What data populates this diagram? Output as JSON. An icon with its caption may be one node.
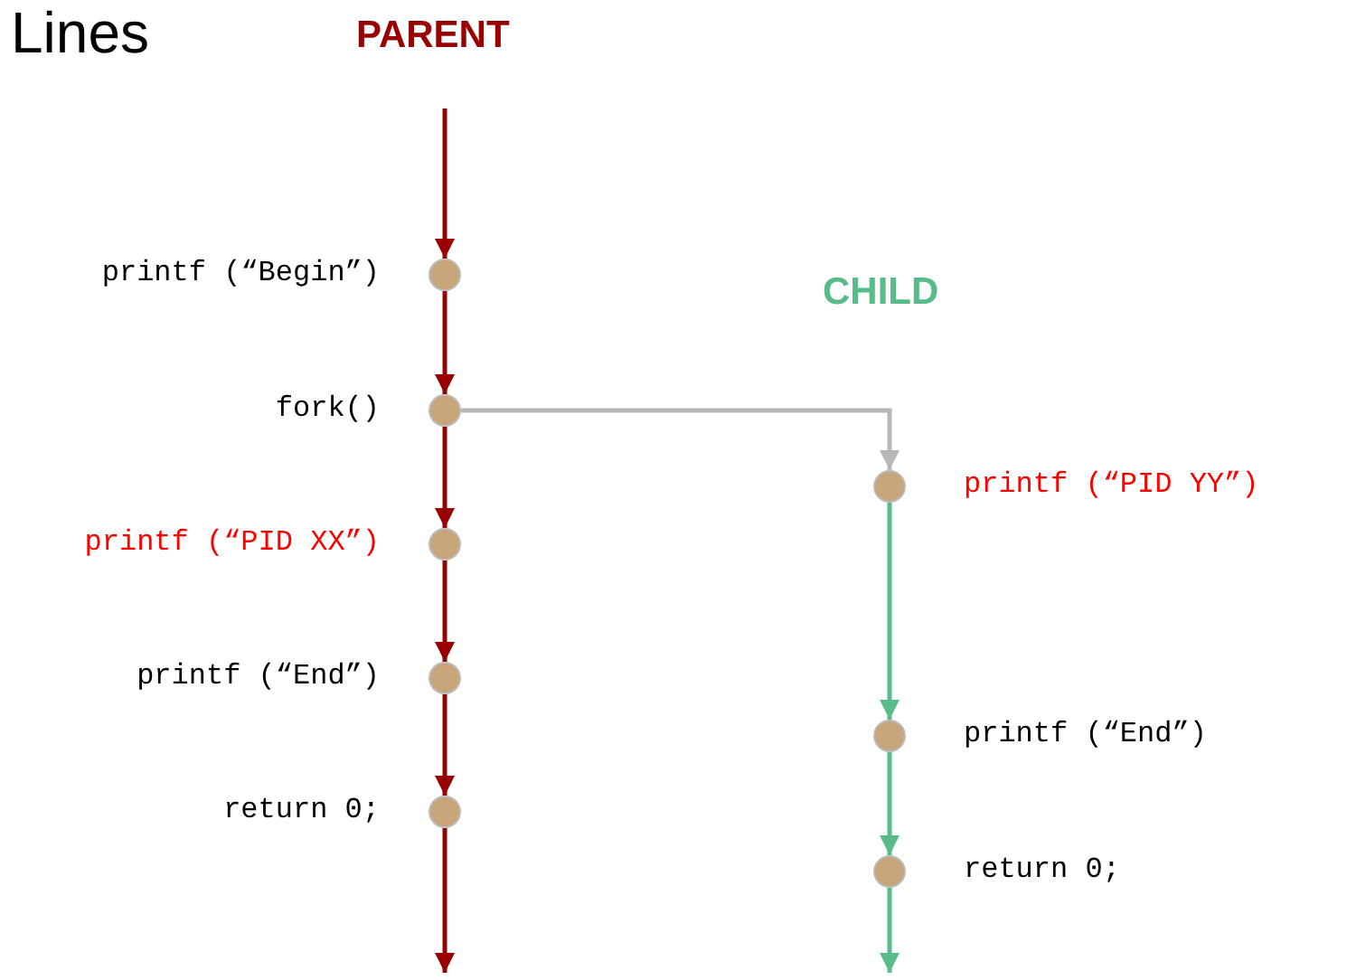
{
  "diagram": {
    "title": "Lines",
    "nodes": [
      {
        "text": [],
        "shape": "circle",
        "beside": [
          "printf (“Begin”)"
        ]
      },
      {
        "text": [],
        "shape": "circle",
        "beside": [
          "fork()"
        ]
      },
      {
        "text": [],
        "shape": "circle",
        "beside": [
          "printf (“PID XX”)"
        ]
      },
      {
        "text": [],
        "shape": "circle",
        "beside": [
          "printf (“End”)"
        ]
      },
      {
        "text": [],
        "shape": "circle",
        "beside": [
          "return 0;"
        ]
      },
      {
        "text": [],
        "shape": "circle",
        "beside": [
          "printf (“PID YY”)"
        ]
      },
      {
        "text": [],
        "shape": "circle",
        "beside": [
          "printf (“End”)"
        ]
      },
      {
        "text": [],
        "shape": "circle",
        "beside": [
          "return 0;"
        ]
      }
    ],
    "edges": [
      {
        "from": null,
        "to": 0,
        "arrow": "to"
      },
      {
        "from": 0,
        "to": 1,
        "arrow": "to"
      },
      {
        "from": 1,
        "to": 2,
        "arrow": "to"
      },
      {
        "from": 2,
        "to": 3,
        "arrow": "to"
      },
      {
        "from": 3,
        "to": 4,
        "arrow": "to"
      },
      {
        "from": 4,
        "to": null,
        "arrow": "to"
      },
      {
        "from": 1,
        "to": 5,
        "arrow": "to",
        "color": "#b7b7b7"
      },
      {
        "from": 5,
        "to": 6,
        "arrow": "to",
        "color": "#57bb8a"
      },
      {
        "from": 6,
        "to": 7,
        "arrow": "to",
        "color": "#57bb8a"
      },
      {
        "from": 7,
        "to": null,
        "arrow": "to",
        "color": "#57bb8a"
      }
    ],
    "labels": [
      "PARENT",
      "CHILD"
    ]
  }
}
